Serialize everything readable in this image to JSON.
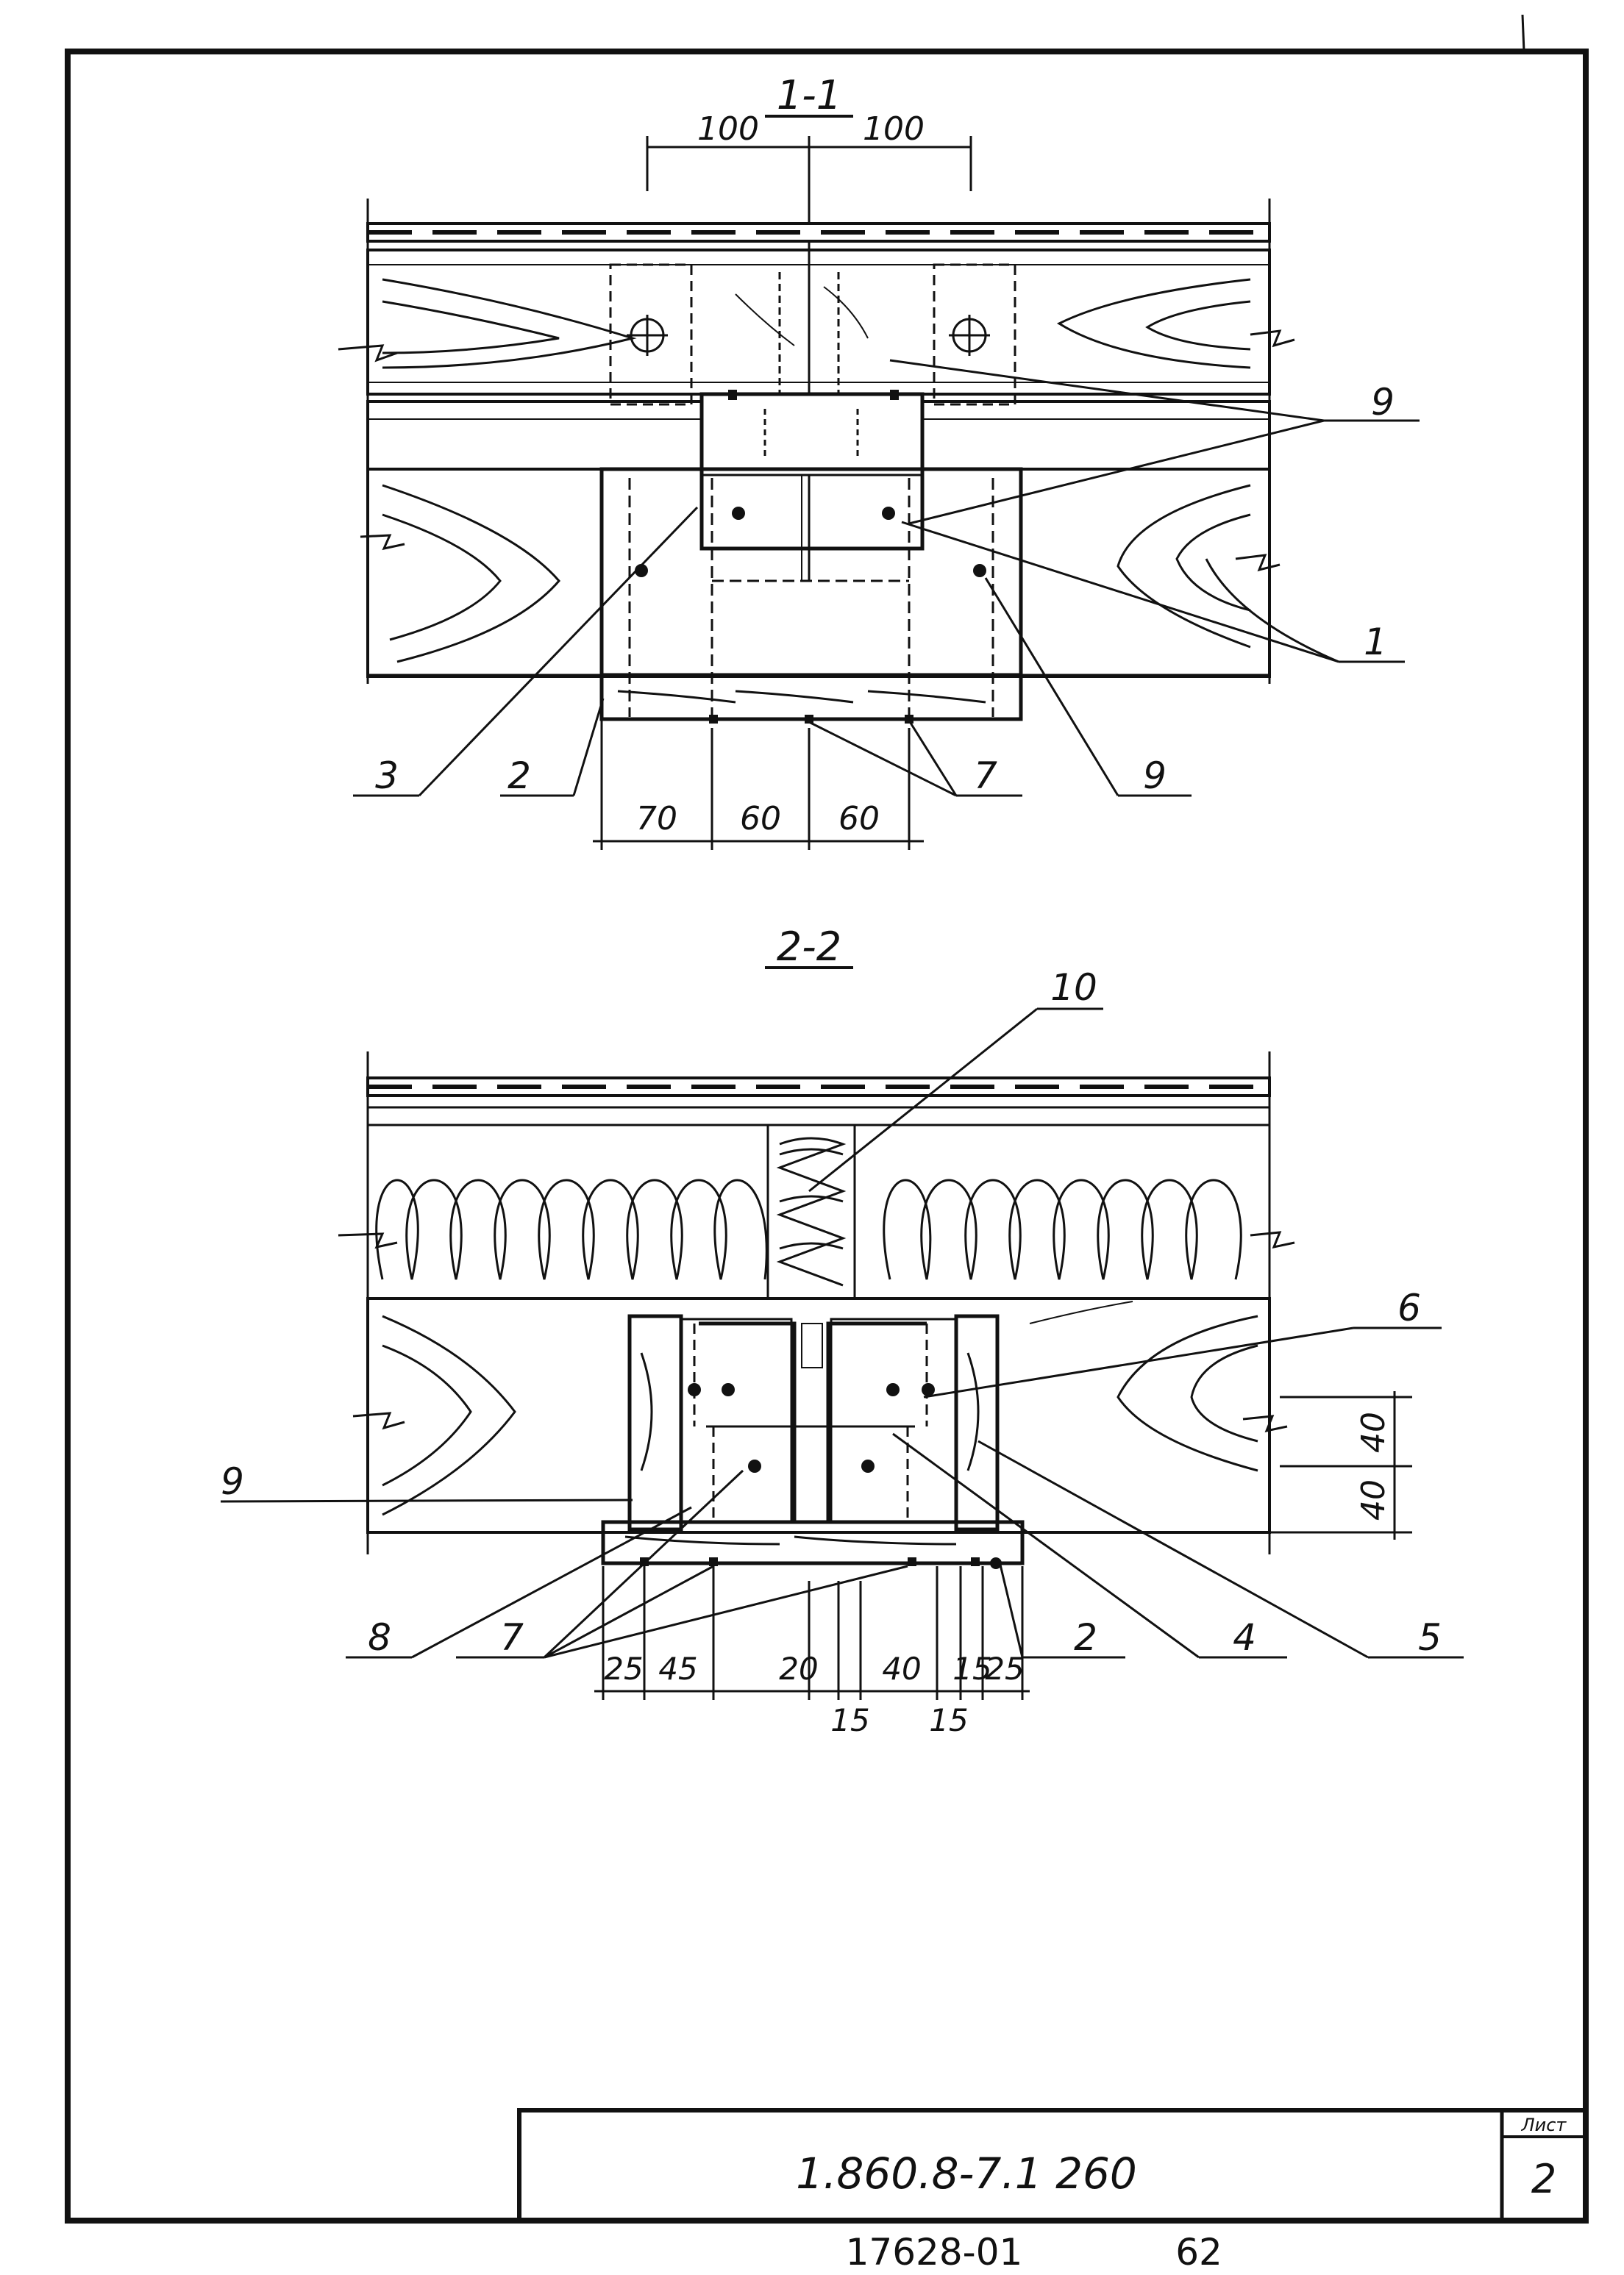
{
  "section_1": {
    "title": "1-1",
    "dims_top": [
      "100",
      "100"
    ],
    "dims_bottom": [
      "70",
      "60",
      "60"
    ],
    "callouts": {
      "c9a": "9",
      "c1": "1",
      "c9b": "9",
      "c3": "3",
      "c2": "2",
      "c7": "7"
    }
  },
  "section_2": {
    "title": "2-2",
    "dims_bottom": [
      "25",
      "45",
      "20",
      "40",
      "15",
      "25"
    ],
    "dims_bottom_low": [
      "15",
      "15"
    ],
    "dims_right": [
      "40",
      "40"
    ],
    "callouts": {
      "c10": "10",
      "c6": "6",
      "c9": "9",
      "c8": "8",
      "c7": "7",
      "c2": "2",
      "c4": "4",
      "c5": "5"
    }
  },
  "title_block": {
    "document_code": "1.860.8-7.1  260",
    "sheet_label": "Лист",
    "sheet_number": "2"
  },
  "footer": {
    "archive_number": "17628-01",
    "page_number": "62"
  }
}
